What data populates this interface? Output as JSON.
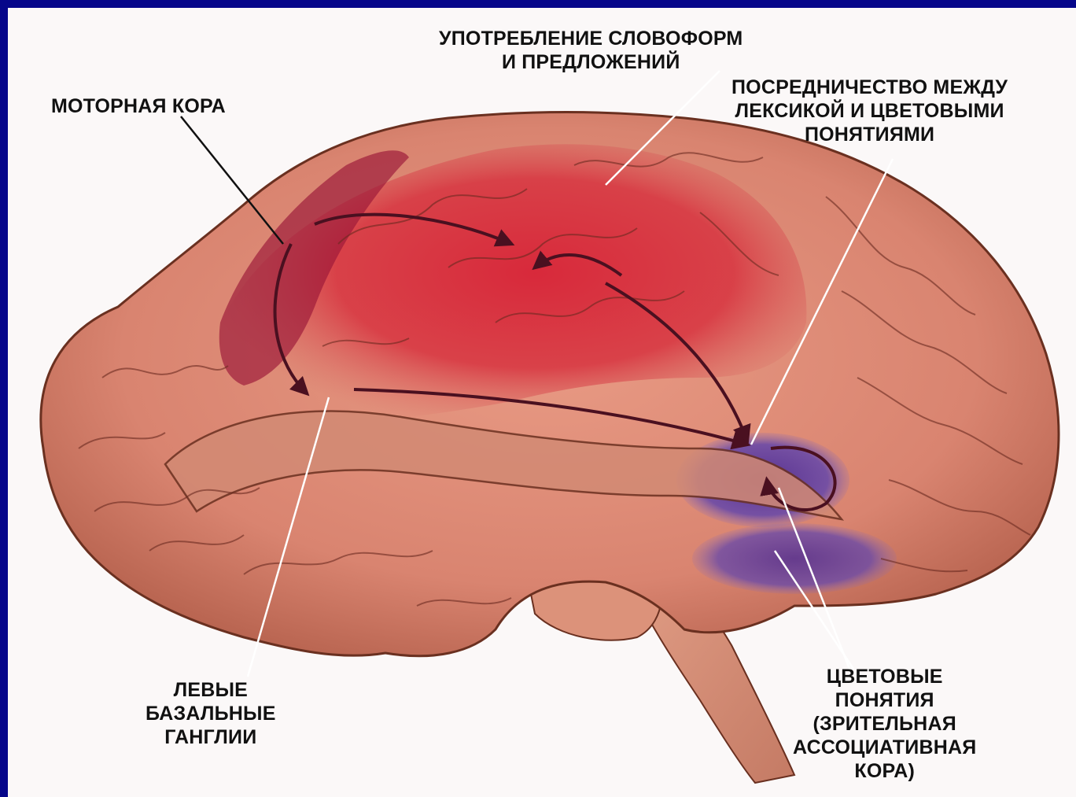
{
  "labels": {
    "motor_cortex": [
      "МОТОРНАЯ КОРА"
    ],
    "word_usage": [
      "УПОТРЕБЛЕНИЕ СЛОВОФОРМ",
      "И ПРЕДЛОЖЕНИЙ"
    ],
    "mediation": [
      "ПОСРЕДНИЧЕСТВО МЕЖДУ",
      "ЛЕКСИКОЙ И ЦВЕТОВЫМИ",
      "ПОНЯТИЯМИ"
    ],
    "basal_ganglia": [
      "ЛЕВЫЕ",
      "БАЗАЛЬНЫЕ",
      "ГАНГЛИИ"
    ],
    "color_concepts": [
      "ЦВЕТОВЫЕ",
      "ПОНЯТИЯ",
      "(ЗРИТЕЛЬНАЯ",
      "АССОЦИАТИВНАЯ",
      "КОРА)"
    ]
  },
  "colors": {
    "background_frame": "#06068a",
    "canvas": "#fbf8f8",
    "brain_base": "#e2907a",
    "language_region_red": "#d8283a",
    "motor_region": "#9a1538",
    "visual_region_violet": "#5a3a9a",
    "pathway_arrows": "#4a1020"
  }
}
